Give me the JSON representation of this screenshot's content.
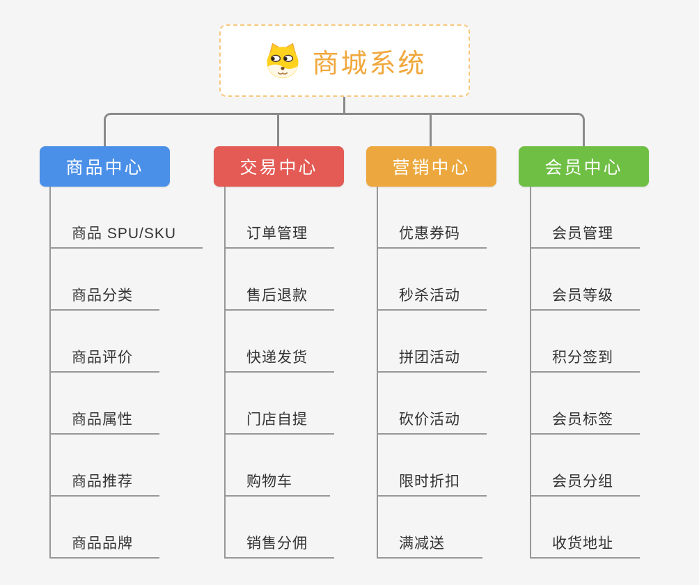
{
  "page": {
    "background_color": "#f5f5f6",
    "connector_color": "#8a8a8a",
    "leaf_line_color": "#979797",
    "leaf_text_color": "#333333"
  },
  "root": {
    "title": "商城系统",
    "icon": "dog-face-icon",
    "title_color": "#f0a73c",
    "border_color": "#f6c87e",
    "background": "#ffffff"
  },
  "branches": [
    {
      "label": "商品中心",
      "color": "#4b90e8",
      "children": [
        "商品 SPU/SKU",
        "商品分类",
        "商品评价",
        "商品属性",
        "商品推荐",
        "商品品牌"
      ]
    },
    {
      "label": "交易中心",
      "color": "#e35b54",
      "children": [
        "订单管理",
        "售后退款",
        "快递发货",
        "门店自提",
        "购物车",
        "销售分佣"
      ]
    },
    {
      "label": "营销中心",
      "color": "#eca83e",
      "children": [
        "优惠券码",
        "秒杀活动",
        "拼团活动",
        "砍价活动",
        "限时折扣",
        "满减送"
      ]
    },
    {
      "label": "会员中心",
      "color": "#6fbf45",
      "children": [
        "会员管理",
        "会员等级",
        "积分签到",
        "会员标签",
        "会员分组",
        "收货地址"
      ]
    }
  ]
}
